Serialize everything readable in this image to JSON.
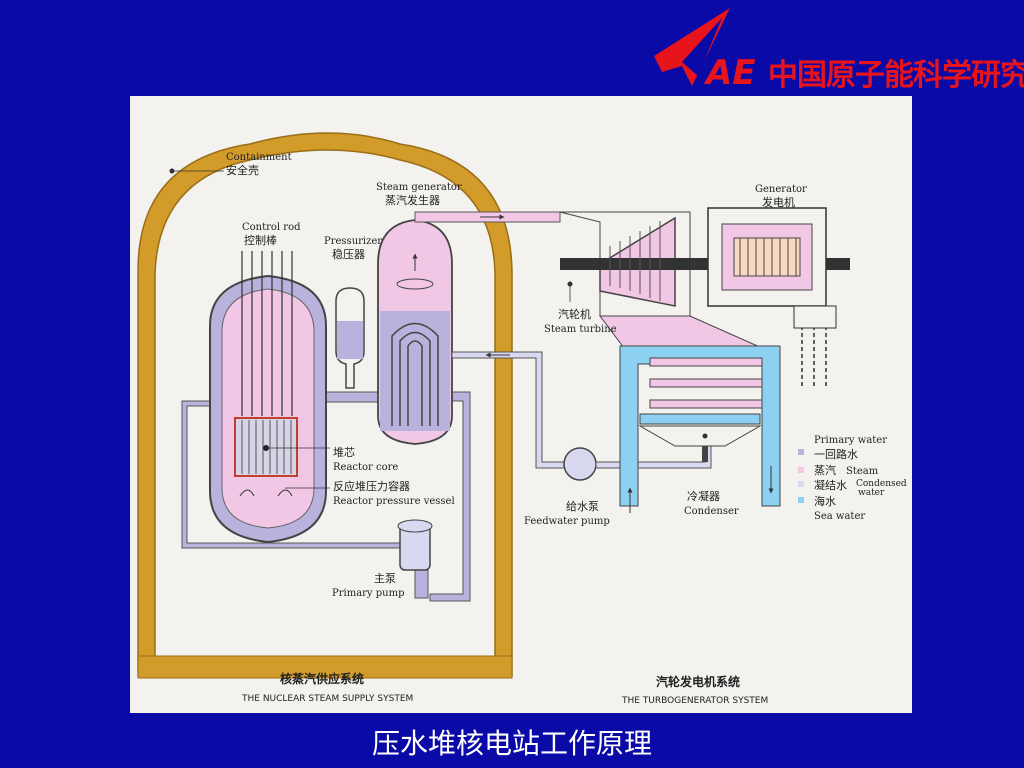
{
  "header": {
    "logo_letters": "AE",
    "org_name": "中国原子能科学研究院"
  },
  "colors": {
    "background": "#0a0aa6",
    "containment": "#d29b2a",
    "primary_water": "#b9b2dc",
    "steam": "#f2c7e6",
    "sea_water": "#8cd0f2",
    "logo_red": "#e8141c"
  },
  "diagram": {
    "labels": {
      "containment_en": "Containment",
      "containment_zh": "安全壳",
      "control_rod_en": "Control rod",
      "control_rod_zh": "控制棒",
      "pressurizer_en": "Pressurizer",
      "pressurizer_zh": "稳压器",
      "steam_generator_en": "Steam generator",
      "steam_generator_zh": "蒸汽发生器",
      "generator_en": "Generator",
      "generator_zh": "发电机",
      "steam_turbine_zh": "汽轮机",
      "steam_turbine_en": "Steam turbine",
      "reactor_core_zh": "堆芯",
      "reactor_core_en": "Reactor core",
      "pressure_vessel_zh": "反应堆压力容器",
      "pressure_vessel_en": "Reactor pressure vessel",
      "feedwater_pump_zh": "给水泵",
      "feedwater_pump_en": "Feedwater pump",
      "condenser_zh": "冷凝器",
      "condenser_en": "Condenser",
      "primary_pump_zh": "主泵",
      "primary_pump_en": "Primary pump"
    },
    "legend": {
      "primary_water_en": "Primary water",
      "primary_water_zh": "一回路水",
      "steam_zh": "蒸汽",
      "steam_en": "Steam",
      "condensed_zh": "凝结水",
      "condensed_en_1": "Condensed",
      "condensed_en_2": "water",
      "sea_water_zh": "海水",
      "sea_water_en": "Sea water"
    },
    "sections": {
      "nuclear_zh": "核蒸汽供应系统",
      "nuclear_en": "THE NUCLEAR STEAM SUPPLY SYSTEM",
      "turbo_zh": "汽轮发电机系统",
      "turbo_en": "THE TURBOGENERATOR SYSTEM"
    }
  },
  "caption": "压水堆核电站工作原理"
}
